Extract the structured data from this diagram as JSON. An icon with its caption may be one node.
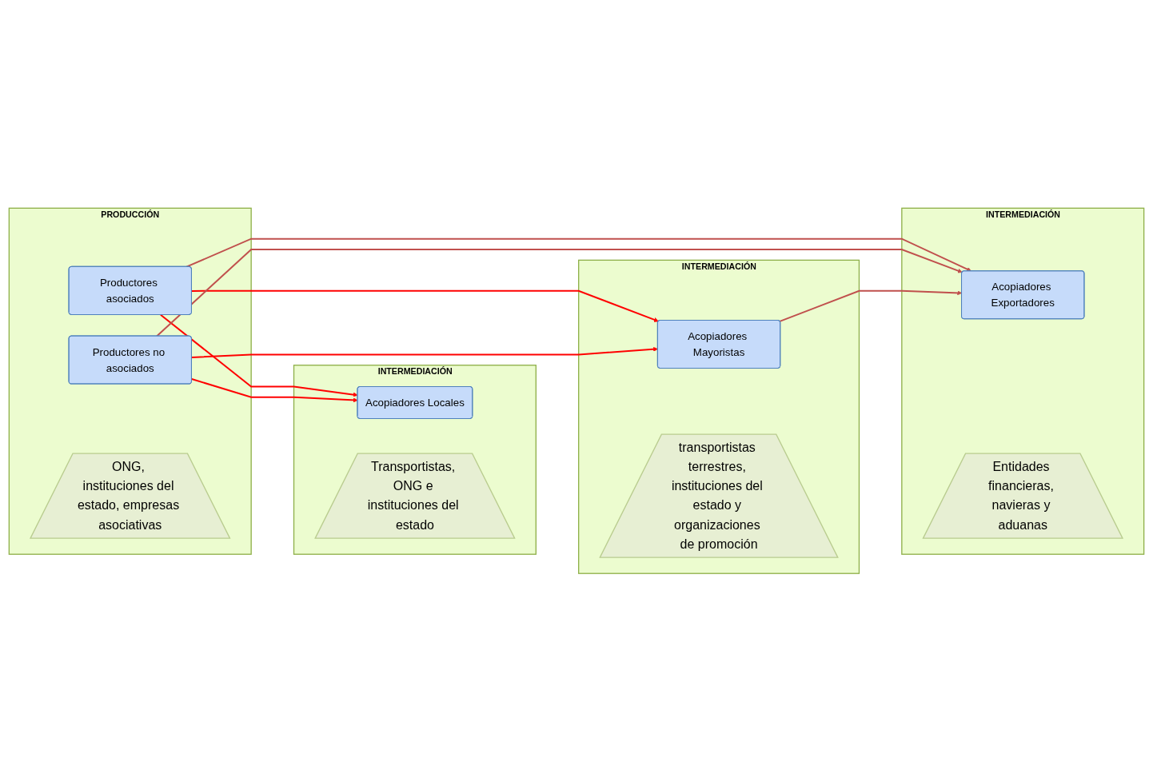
{
  "diagram": {
    "nodes": [
      {
        "text": [
          "PRODUCCIÓN"
        ]
      },
      {
        "text": [
          "Productores asociados"
        ],
        "in": 0
      },
      {
        "text": [
          "Productores no asociados"
        ],
        "in": 0
      },
      {
        "text": [
          "ONG, instituciones del estado, empresas asociativas"
        ],
        "in": 0
      },
      {
        "text": [
          "INTERMEDIACIÓN"
        ]
      },
      {
        "text": [
          "Acopiadores Locales"
        ],
        "in": 4
      },
      {
        "text": [
          "Transportistas, ONG e instituciones del estado"
        ],
        "in": 4
      },
      {
        "text": [
          "INTERMEDIACIÓN"
        ]
      },
      {
        "text": [
          "Acopiadores Mayoristas"
        ],
        "in": 7
      },
      {
        "text": [
          "transportistas terrestres, instituciones del estado y organizaciones de promoción"
        ],
        "in": 7
      },
      {
        "text": [
          "INTERMEDIACIÓN"
        ]
      },
      {
        "text": [
          "Acopiadores Exportadores"
        ],
        "in": 10
      },
      {
        "text": [
          "Entidades financieras, navieras y aduanas"
        ],
        "in": 10
      }
    ],
    "edges": [
      {
        "from": 1,
        "to": 5,
        "arrow": "to"
      },
      {
        "from": 1,
        "to": 8,
        "arrow": "to"
      },
      {
        "from": 1,
        "to": 11,
        "arrow": "to",
        "color": "#c0504d"
      },
      {
        "from": 2,
        "to": 5,
        "arrow": "to"
      },
      {
        "from": 2,
        "to": 8,
        "arrow": "to"
      },
      {
        "from": 2,
        "to": 11,
        "arrow": "to",
        "color": "#c0504d"
      },
      {
        "from": 8,
        "to": 11,
        "arrow": "to",
        "color": "#c0504d"
      }
    ]
  }
}
